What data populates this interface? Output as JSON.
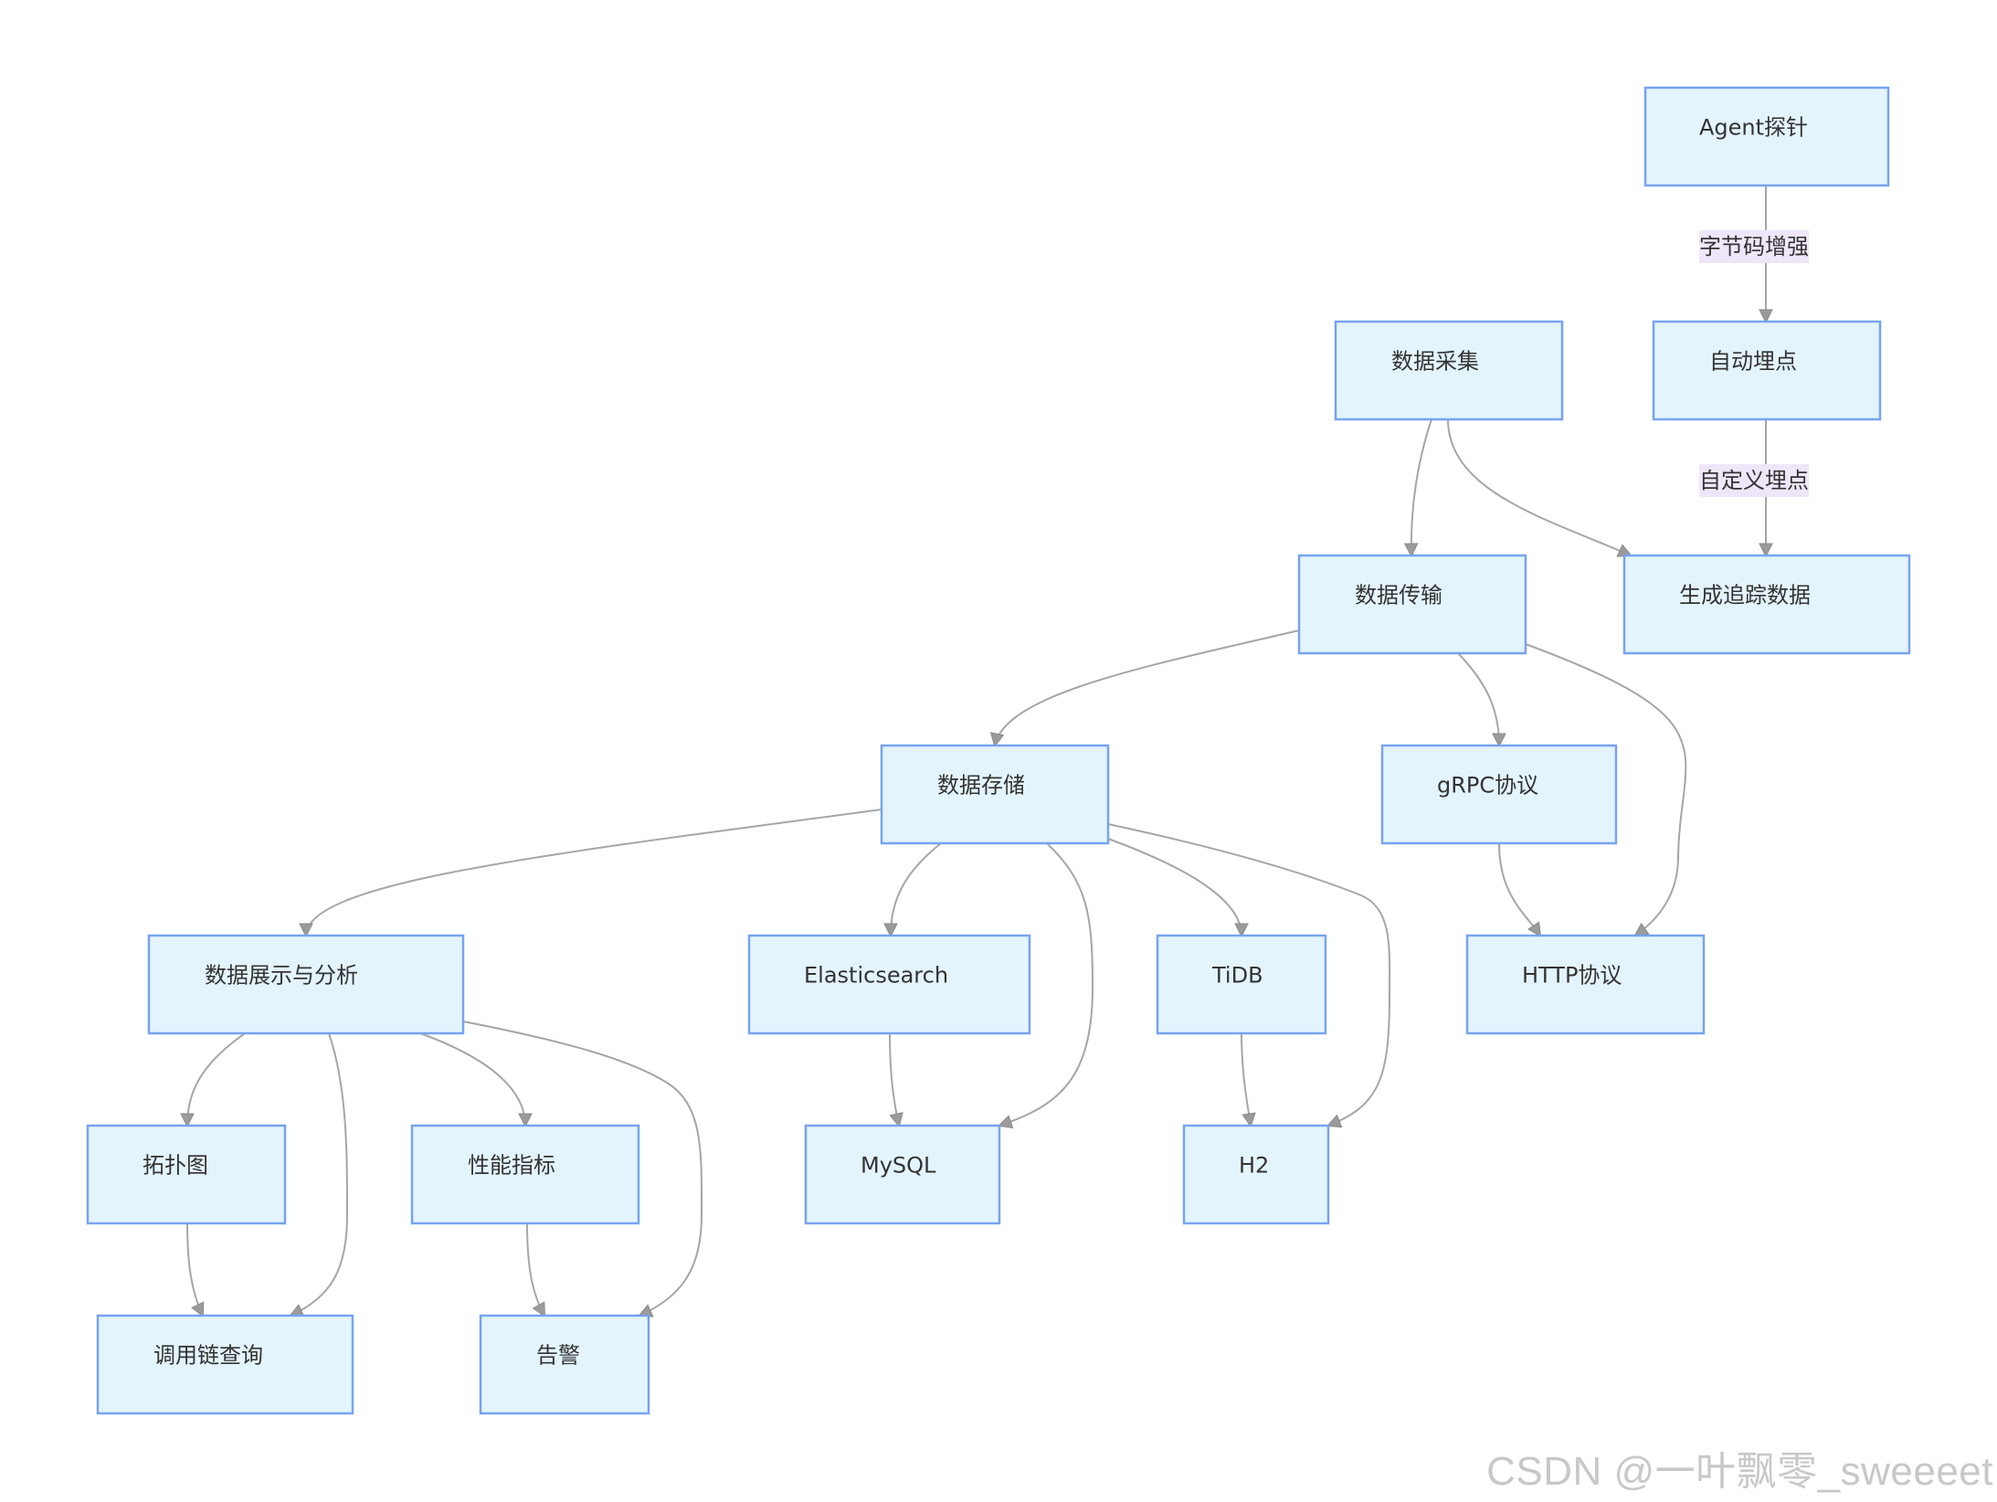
{
  "diagram": {
    "nodes": [
      {
        "id": "agent",
        "label": "Agent探针"
      },
      {
        "id": "auto",
        "label": "自动埋点"
      },
      {
        "id": "collect",
        "label": "数据采集"
      },
      {
        "id": "gen",
        "label": "生成追踪数据"
      },
      {
        "id": "transfer",
        "label": "数据传输"
      },
      {
        "id": "store",
        "label": "数据存储"
      },
      {
        "id": "grpc",
        "label": "gRPC协议"
      },
      {
        "id": "http",
        "label": "HTTP协议"
      },
      {
        "id": "display",
        "label": "数据展示与分析"
      },
      {
        "id": "es",
        "label": "Elasticsearch"
      },
      {
        "id": "tidb",
        "label": "TiDB"
      },
      {
        "id": "topo",
        "label": "拓扑图"
      },
      {
        "id": "perf",
        "label": "性能指标"
      },
      {
        "id": "mysql",
        "label": "MySQL"
      },
      {
        "id": "h2",
        "label": "H2"
      },
      {
        "id": "trace",
        "label": "调用链查询"
      },
      {
        "id": "alarm",
        "label": "告警"
      }
    ],
    "edges": [
      {
        "from": "agent",
        "to": "auto",
        "label": "字节码增强"
      },
      {
        "from": "auto",
        "to": "gen",
        "label": "自定义埋点"
      },
      {
        "from": "collect",
        "to": "transfer"
      },
      {
        "from": "collect",
        "to": "gen"
      },
      {
        "from": "transfer",
        "to": "store"
      },
      {
        "from": "transfer",
        "to": "grpc"
      },
      {
        "from": "transfer",
        "to": "http"
      },
      {
        "from": "grpc",
        "to": "http"
      },
      {
        "from": "store",
        "to": "display"
      },
      {
        "from": "store",
        "to": "es"
      },
      {
        "from": "store",
        "to": "mysql"
      },
      {
        "from": "store",
        "to": "tidb"
      },
      {
        "from": "store",
        "to": "h2"
      },
      {
        "from": "es",
        "to": "mysql"
      },
      {
        "from": "tidb",
        "to": "h2"
      },
      {
        "from": "display",
        "to": "topo"
      },
      {
        "from": "display",
        "to": "trace"
      },
      {
        "from": "display",
        "to": "perf"
      },
      {
        "from": "display",
        "to": "alarm"
      },
      {
        "from": "topo",
        "to": "trace"
      },
      {
        "from": "perf",
        "to": "alarm"
      }
    ]
  },
  "watermark": "CSDN @一叶飘零_sweeeet",
  "colors": {
    "node_fill": "#e3f4fc",
    "node_border": "#77a3f0",
    "edge": "#a6a6a6",
    "edge_label_bg": "#f0e6f9",
    "watermark": "#c8c8c8"
  }
}
